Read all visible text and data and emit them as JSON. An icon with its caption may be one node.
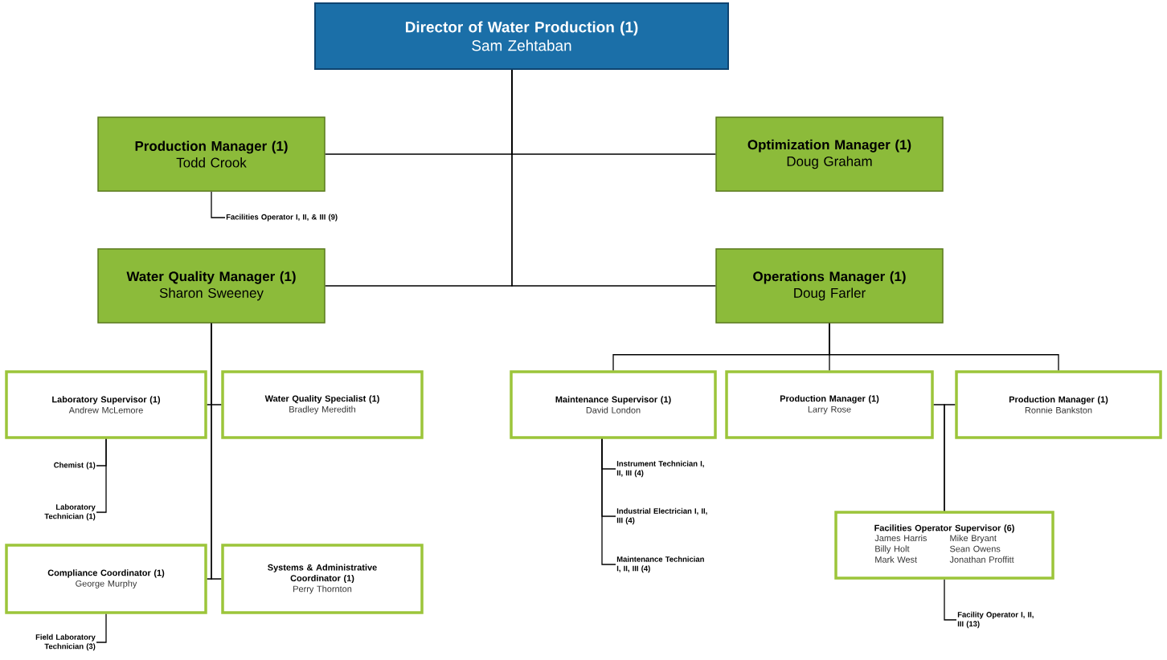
{
  "diagram": {
    "nodes": [
      {
        "text": [
          "Director of Water Production (1)",
          "Sam Zehtaban"
        ]
      },
      {
        "text": [
          "Production Manager (1)",
          "Todd Crook"
        ]
      },
      {
        "text": [
          "Optimization Manager (1)",
          "Doug Graham"
        ]
      },
      {
        "text": [
          "Facilities Operator I, II, & III (9)"
        ]
      },
      {
        "text": [
          "Water Quality Manager (1)",
          "Sharon Sweeney"
        ]
      },
      {
        "text": [
          "Operations Manager (1)",
          "Doug Farler"
        ]
      },
      {
        "text": [
          "Laboratory Supervisor (1)",
          "Andrew McLemore"
        ]
      },
      {
        "text": [
          "Water Quality Specialist (1)",
          "Bradley Meredith"
        ]
      },
      {
        "text": [
          "Chemist (1)"
        ]
      },
      {
        "text": [
          "Laboratory Technician (1)"
        ]
      },
      {
        "text": [
          "Compliance Coordinator (1)",
          "George Murphy"
        ]
      },
      {
        "text": [
          "Systems & Administrative Coordinator (1)",
          "Perry Thornton"
        ]
      },
      {
        "text": [
          "Field Laboratory Technician (3)"
        ]
      },
      {
        "text": [
          "Maintenance Supervisor (1)",
          "David London"
        ]
      },
      {
        "text": [
          "Production Manager (1)",
          "Larry Rose"
        ]
      },
      {
        "text": [
          "Production Manager (1)",
          "Ronnie Bankston"
        ]
      },
      {
        "text": [
          "Instrument Technician I, II, III (4)"
        ]
      },
      {
        "text": [
          "Industrial Electrician I, II, III (4)"
        ]
      },
      {
        "text": [
          "Maintenance Technician I, II, III (4)"
        ]
      },
      {
        "text": [
          "Facilities Operator Supervisor (6)",
          "James Harris",
          "Mike Bryant",
          "Billy Holt",
          "Sean Owens",
          "Mark West",
          "Jonathan Proffitt"
        ]
      },
      {
        "text": [
          "Facility Operator I, II, III (13)"
        ]
      }
    ],
    "edges": [
      {
        "from": 0,
        "to": 1,
        "arrow": "none"
      },
      {
        "from": 0,
        "to": 2,
        "arrow": "none"
      },
      {
        "from": 0,
        "to": 4,
        "arrow": "none"
      },
      {
        "from": 0,
        "to": 5,
        "arrow": "none"
      },
      {
        "from": 1,
        "to": 3,
        "arrow": "none"
      },
      {
        "from": 4,
        "to": 6,
        "arrow": "none"
      },
      {
        "from": 4,
        "to": 7,
        "arrow": "none"
      },
      {
        "from": 4,
        "to": 10,
        "arrow": "none"
      },
      {
        "from": 4,
        "to": 11,
        "arrow": "none"
      },
      {
        "from": 6,
        "to": 8,
        "arrow": "none"
      },
      {
        "from": 6,
        "to": 9,
        "arrow": "none"
      },
      {
        "from": 10,
        "to": 12,
        "arrow": "none"
      },
      {
        "from": 5,
        "to": 13,
        "arrow": "none"
      },
      {
        "from": 5,
        "to": 14,
        "arrow": "none"
      },
      {
        "from": 5,
        "to": 15,
        "arrow": "none"
      },
      {
        "from": 13,
        "to": 16,
        "arrow": "none"
      },
      {
        "from": 13,
        "to": 17,
        "arrow": "none"
      },
      {
        "from": 13,
        "to": 18,
        "arrow": "none"
      },
      {
        "from": 14,
        "to": 19,
        "arrow": "none"
      },
      {
        "from": 15,
        "to": 19,
        "arrow": "none"
      },
      {
        "from": 19,
        "to": 20,
        "arrow": "none"
      }
    ]
  }
}
